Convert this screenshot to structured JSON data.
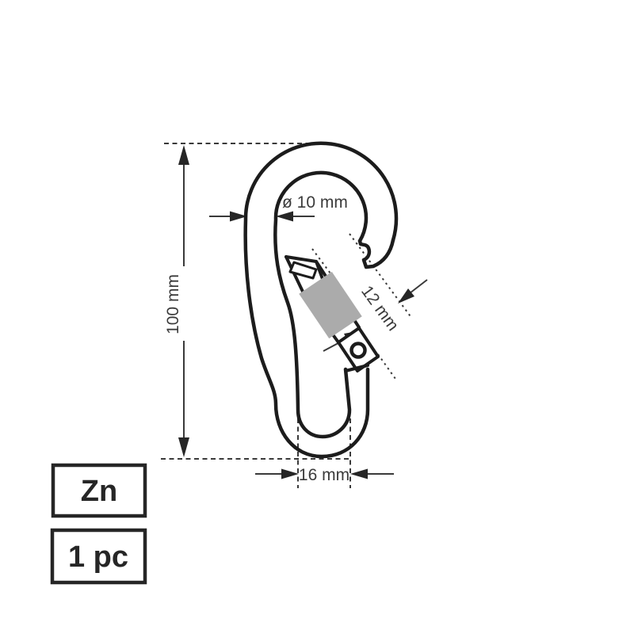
{
  "page": {
    "background": "#ffffff",
    "description": "Technical line drawing of a zinc-plated snap hook carabiner with dimension callouts"
  },
  "drawing": {
    "dimensions": {
      "length": {
        "label": "100 mm",
        "orientation": "vertical"
      },
      "wire_diameter": {
        "label": "ø 10 mm",
        "orientation": "horizontal"
      },
      "gate_opening": {
        "label": "12 mm",
        "orientation": "diagonal"
      },
      "eye_width": {
        "label": "16 mm",
        "orientation": "horizontal"
      }
    },
    "colors": {
      "line": "#1c1c1c",
      "dimension": "#3a3a3a",
      "sleeve": "#ababab",
      "background": "#ffffff"
    }
  },
  "badges": {
    "material": {
      "label": "Zn"
    },
    "quantity": {
      "label": "1 pc"
    }
  }
}
